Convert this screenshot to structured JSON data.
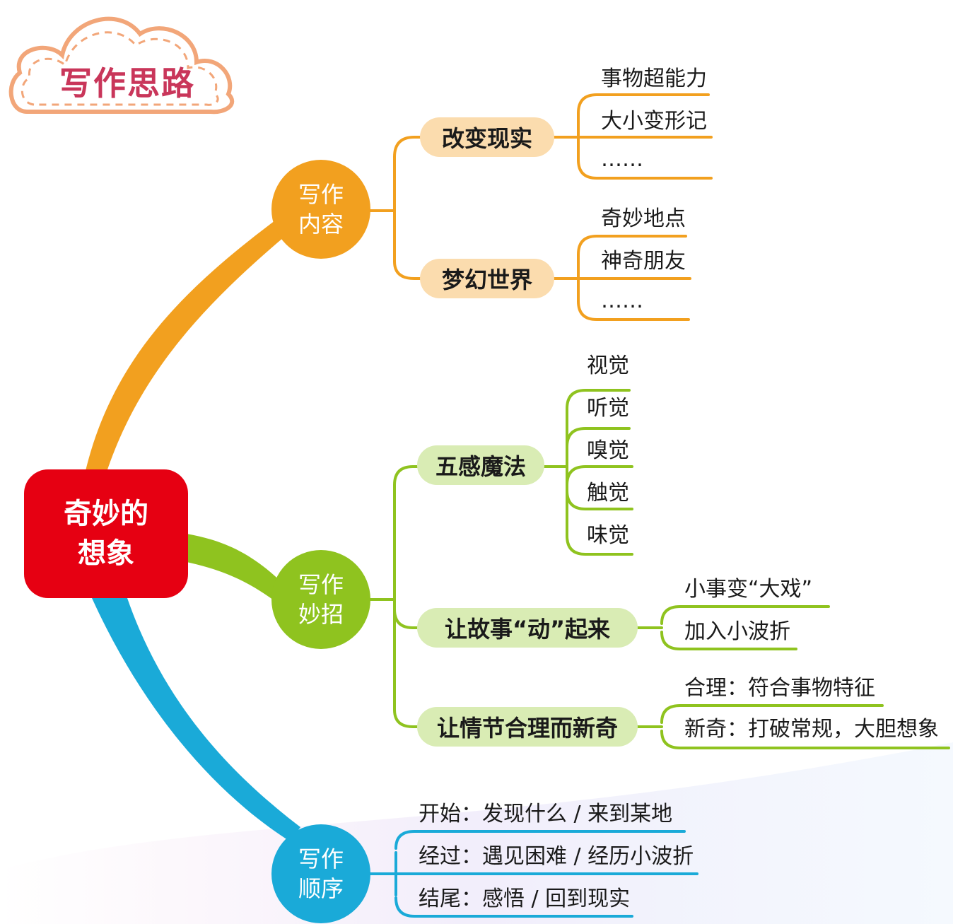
{
  "title": "写作思路",
  "root": {
    "line1": "奇妙的",
    "line2": "想象"
  },
  "colors": {
    "orange": "#f2a01f",
    "green": "#8fc31f",
    "blue": "#1aaad8",
    "red": "#e60012",
    "title": "#c9365a"
  },
  "branches": [
    {
      "line1": "写作",
      "line2": "内容",
      "groups": [
        {
          "label": "改变现实",
          "leaves": [
            "事物超能力",
            "大小变形记",
            "……"
          ]
        },
        {
          "label": "梦幻世界",
          "leaves": [
            "奇妙地点",
            "神奇朋友",
            "……"
          ]
        }
      ]
    },
    {
      "line1": "写作",
      "line2": "妙招",
      "groups": [
        {
          "label": "五感魔法",
          "leaves": [
            "视觉",
            "听觉",
            "嗅觉",
            "触觉",
            "味觉"
          ]
        },
        {
          "label": "让故事“动”起来",
          "leaves": [
            "小事变“大戏”",
            "加入小波折"
          ]
        },
        {
          "label": "让情节合理而新奇",
          "leaves": [
            "合理：符合事物特征",
            "新奇：打破常规，大胆想象"
          ]
        }
      ]
    },
    {
      "line1": "写作",
      "line2": "顺序",
      "leaves": [
        "开始：发现什么 / 来到某地",
        "经过：遇见困难 / 经历小波折",
        "结尾：感悟 / 回到现实"
      ]
    }
  ]
}
